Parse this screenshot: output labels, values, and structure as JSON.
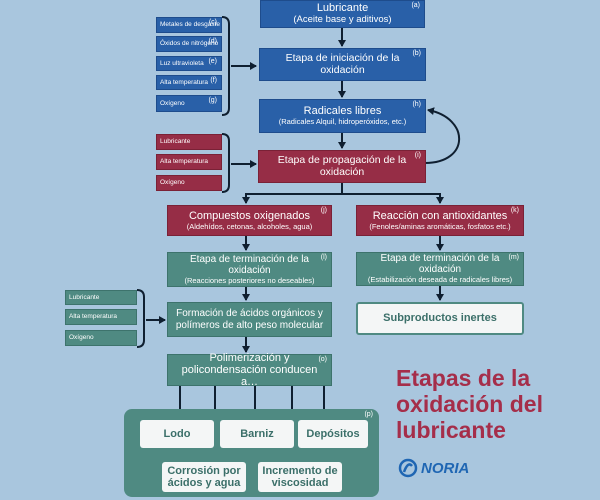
{
  "nodes": {
    "lubricante": {
      "title": "Lubricante",
      "subtitle": "(Aceite base y aditivos)",
      "ref": "(a)"
    },
    "iniciacion": {
      "title": "Etapa de iniciación de la oxidación",
      "ref": "(b)"
    },
    "radicales": {
      "title": "Radicales libres",
      "subtitle": "(Radicales Alquil, hidroperóxidos, etc.)",
      "ref": "(h)"
    },
    "propagacion": {
      "title": "Etapa de propagación de la oxidación",
      "ref": "(i)"
    },
    "compuestos": {
      "title": "Compuestos oxigenados",
      "subtitle": "(Aldehídos, cetonas, alcoholes, agua)",
      "ref": "(j)"
    },
    "reaccion": {
      "title": "Reacción con antioxidantes",
      "subtitle": "(Fenoles/aminas aromáticas, fosfatos etc.)",
      "ref": "(k)"
    },
    "terminacion_left": {
      "title": "Etapa de terminación de la oxidación",
      "subtitle": "(Reacciones posteriores no deseables)",
      "ref": "(l)"
    },
    "terminacion_right": {
      "title": "Etapa de terminación de la oxidación",
      "subtitle": "(Estabilización deseada de radicales libres)",
      "ref": "(m)"
    },
    "subproductos": {
      "title": "Subproductos inertes"
    },
    "formacion": {
      "title": "Formación de ácidos orgánicos y polímeros de alto peso molecular"
    },
    "polimerizacion": {
      "title": "Polimerización y policondensación conducen a…",
      "ref": "(o)"
    }
  },
  "inputs_top": [
    {
      "label": "Metales de desgaste",
      "ref": "(c)"
    },
    {
      "label": "Óxidos de nitrógeno",
      "ref": "(d)"
    },
    {
      "label": "Luz ultravioleta",
      "ref": "(e)"
    },
    {
      "label": "Alta temperatura",
      "ref": "(f)"
    },
    {
      "label": "Oxígeno",
      "ref": "(g)"
    }
  ],
  "inputs_mid": [
    "Lubricante",
    "Alta temperatura",
    "Oxígeno"
  ],
  "inputs_low": [
    "Lubricante",
    "Alta temperatura",
    "Oxígeno"
  ],
  "outcomes": {
    "ref": "(p)",
    "lodo": "Lodo",
    "barniz": "Barniz",
    "depositos": "Depósitos",
    "corrosion": "Corrosión por ácidos y agua",
    "viscosidad": "Incremento de viscosidad"
  },
  "title_lines": [
    "Etapas de la",
    "oxidación del",
    "lubricante"
  ],
  "logo": {
    "text": "NORIA",
    "icon": "noria-swirl-icon"
  },
  "colors": {
    "background": "#a9c6de",
    "blue": "#2960a8",
    "red": "#962d46",
    "green": "#4f8a82",
    "title": "#a52e4a",
    "logo": "#1f66b3"
  }
}
